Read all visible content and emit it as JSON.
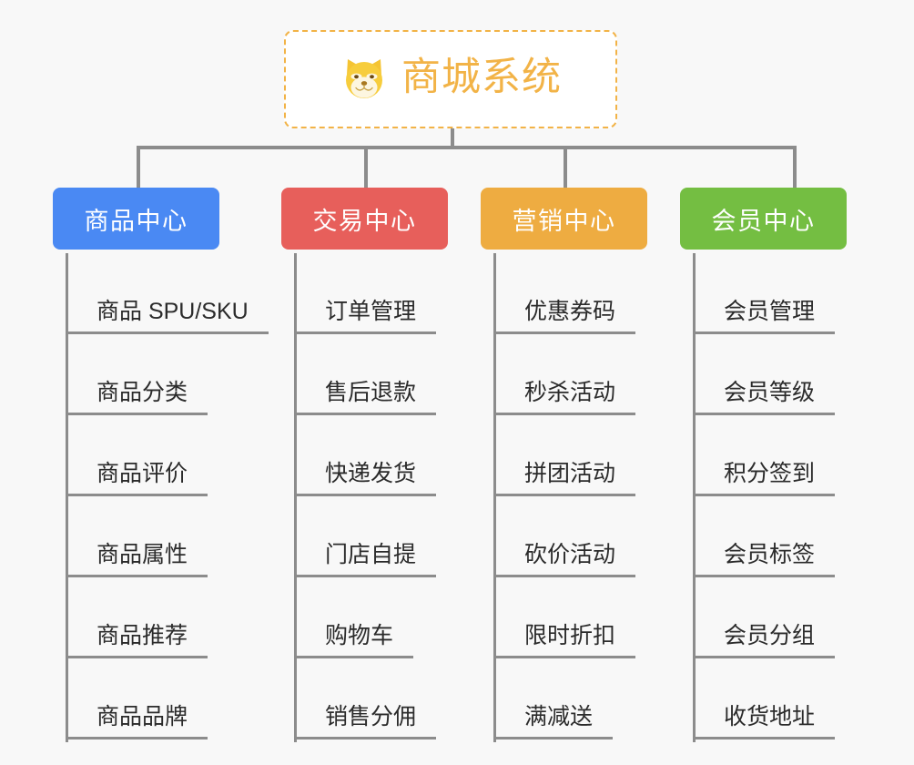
{
  "background_color": "#f8f8f8",
  "root": {
    "title": "商城系统",
    "icon": "shiba-dog-face-icon",
    "text_color": "#f2b347",
    "border_color": "#f2b347",
    "fill_color": "#ffffff"
  },
  "connector_color": "#8c8c8c",
  "columns": [
    {
      "title": "商品中心",
      "color": "#4a89f3",
      "items": [
        "商品 SPU/SKU",
        "商品分类",
        "商品评价",
        "商品属性",
        "商品推荐",
        "商品品牌"
      ]
    },
    {
      "title": "交易中心",
      "color": "#e75f5b",
      "items": [
        "订单管理",
        "售后退款",
        "快递发货",
        "门店自提",
        "购物车",
        "销售分佣"
      ]
    },
    {
      "title": "营销中心",
      "color": "#eeac41",
      "items": [
        "优惠券码",
        "秒杀活动",
        "拼团活动",
        "砍价活动",
        "限时折扣",
        "满减送"
      ]
    },
    {
      "title": "会员中心",
      "color": "#74be42",
      "items": [
        "会员管理",
        "会员等级",
        "积分签到",
        "会员标签",
        "会员分组",
        "收货地址"
      ]
    }
  ]
}
